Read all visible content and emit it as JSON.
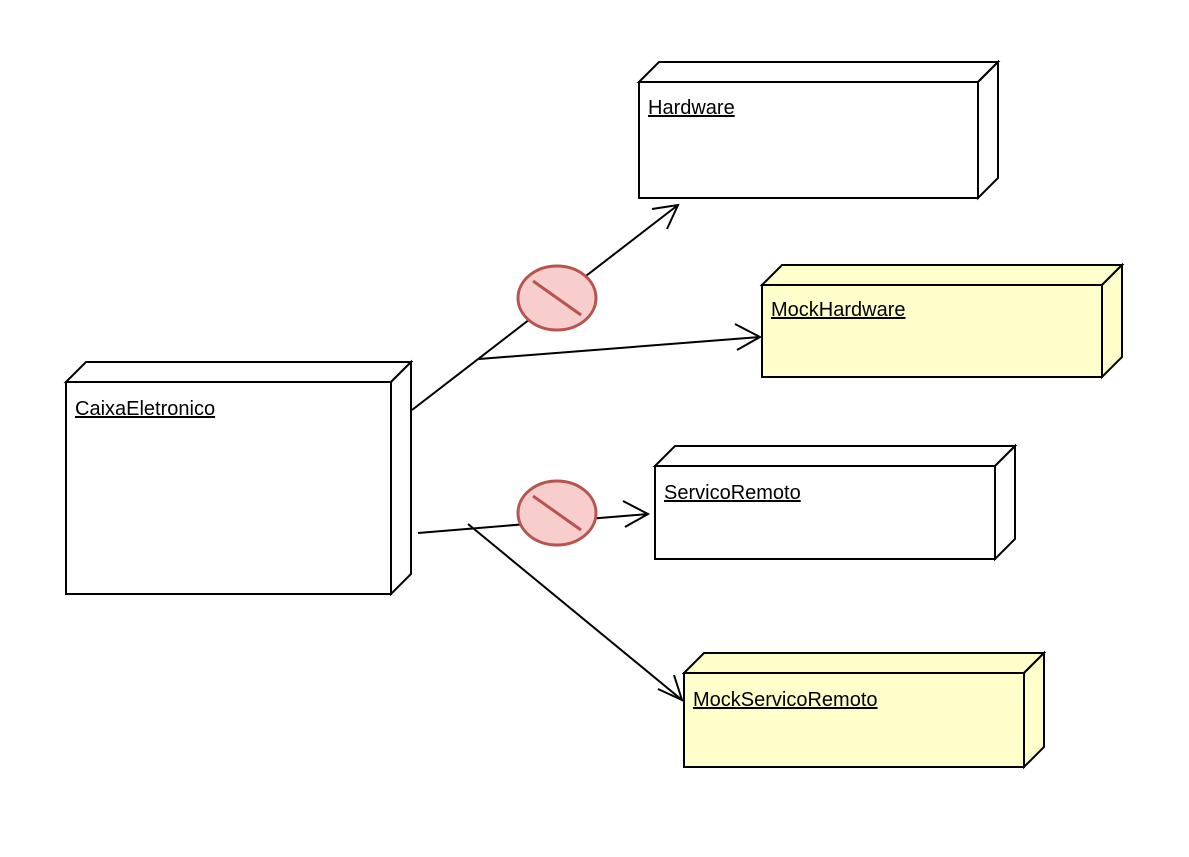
{
  "nodes": {
    "caixa": {
      "label": "CaixaEletronico",
      "fill": "#ffffff"
    },
    "hardware": {
      "label": "Hardware",
      "fill": "#ffffff"
    },
    "mock_hardware": {
      "label": "MockHardware",
      "fill": "#ffffcc"
    },
    "servico_remoto": {
      "label": "ServicoRemoto",
      "fill": "#ffffff"
    },
    "mock_servico_remoto": {
      "label": "MockServicoRemoto",
      "fill": "#ffffcc"
    }
  },
  "edges": [
    {
      "from": "caixa",
      "to": "hardware",
      "blocked": true
    },
    {
      "from": "caixa",
      "to": "mock_hardware",
      "blocked": false
    },
    {
      "from": "caixa",
      "to": "servico_remoto",
      "blocked": true
    },
    {
      "from": "caixa",
      "to": "mock_servico_remoto",
      "blocked": false
    }
  ],
  "colors": {
    "stroke": "#000000",
    "mock_fill": "#ffffcc",
    "forbid_fill": "#f8cecc",
    "forbid_stroke": "#b85450"
  },
  "icons": {
    "blocked": "prohibition-icon"
  }
}
